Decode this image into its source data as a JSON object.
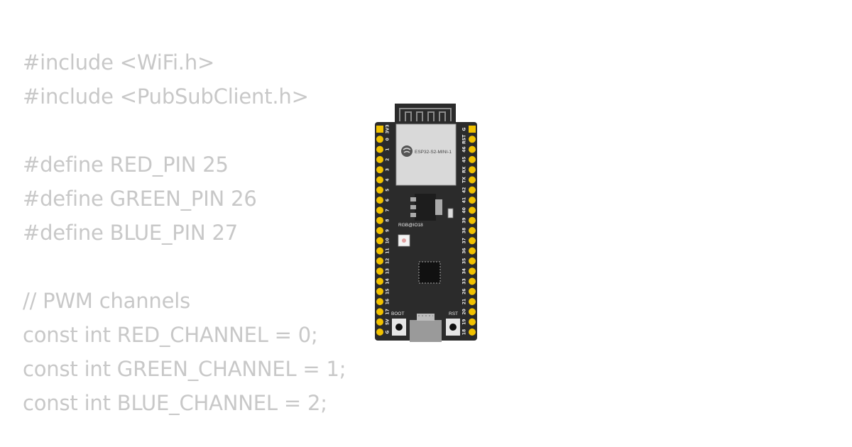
{
  "code_lines": [
    "#include <WiFi.h>",
    "#include <PubSubClient.h>",
    "",
    "#define RED_PIN 25",
    "#define GREEN_PIN 26",
    "#define BLUE_PIN 27",
    "",
    "// PWM channels",
    "const int RED_CHANNEL = 0;",
    "const int GREEN_CHANNEL = 1;",
    "const int BLUE_CHANNEL = 2;"
  ],
  "board": {
    "module_label": "ESP32-S2-MINI-1",
    "rgb_label": "RGB@IO18",
    "boot_label": "BOOT",
    "rst_label": "RST",
    "left_pins": [
      "3V3",
      "0",
      "1",
      "2",
      "3",
      "4",
      "5",
      "6",
      "7",
      "8",
      "9",
      "10",
      "11",
      "12",
      "13",
      "14",
      "15",
      "16",
      "17",
      "5V",
      "G"
    ],
    "right_pins": [
      "G",
      "RST",
      "46",
      "45",
      "RX",
      "TX",
      "42",
      "41",
      "40",
      "39",
      "38",
      "37",
      "36",
      "35",
      "34",
      "33",
      "26",
      "21",
      "20",
      "19",
      "18"
    ]
  },
  "colors": {
    "code_text": "#c8c8c8",
    "pcb": "#2b2b2b",
    "pin_pad": "#f2c200",
    "module_shield": "#d9d9d9"
  }
}
